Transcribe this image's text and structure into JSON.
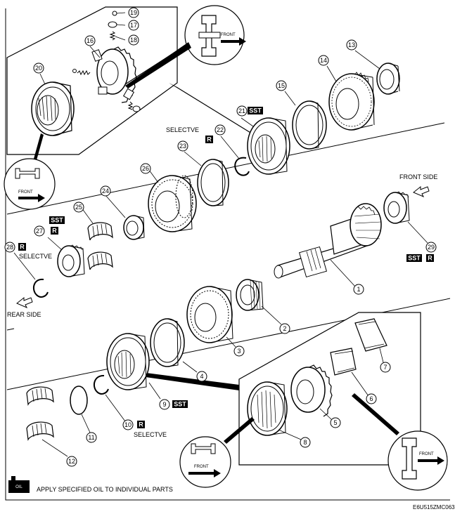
{
  "parts": [
    {
      "num": "1"
    },
    {
      "num": "2"
    },
    {
      "num": "3"
    },
    {
      "num": "4"
    },
    {
      "num": "5"
    },
    {
      "num": "6"
    },
    {
      "num": "7"
    },
    {
      "num": "8"
    },
    {
      "num": "9"
    },
    {
      "num": "10"
    },
    {
      "num": "11"
    },
    {
      "num": "12"
    },
    {
      "num": "13"
    },
    {
      "num": "14"
    },
    {
      "num": "15"
    },
    {
      "num": "16"
    },
    {
      "num": "17"
    },
    {
      "num": "18"
    },
    {
      "num": "19"
    },
    {
      "num": "20"
    },
    {
      "num": "21"
    },
    {
      "num": "22"
    },
    {
      "num": "23"
    },
    {
      "num": "24"
    },
    {
      "num": "25"
    },
    {
      "num": "26"
    },
    {
      "num": "27"
    },
    {
      "num": "28"
    },
    {
      "num": "29"
    }
  ],
  "tags": {
    "sst": "SST",
    "r": "R"
  },
  "labels": {
    "selective": "SELECTVE",
    "front_side": "FRONT SIDE",
    "rear_side": "REAR SIDE",
    "front": "FRONT",
    "oil_note": "APPLY SPECIFIED OIL TO INDIVIDUAL PARTS",
    "oil_icon_text": "OIL",
    "figure_code": "E6U515ZMC063"
  }
}
